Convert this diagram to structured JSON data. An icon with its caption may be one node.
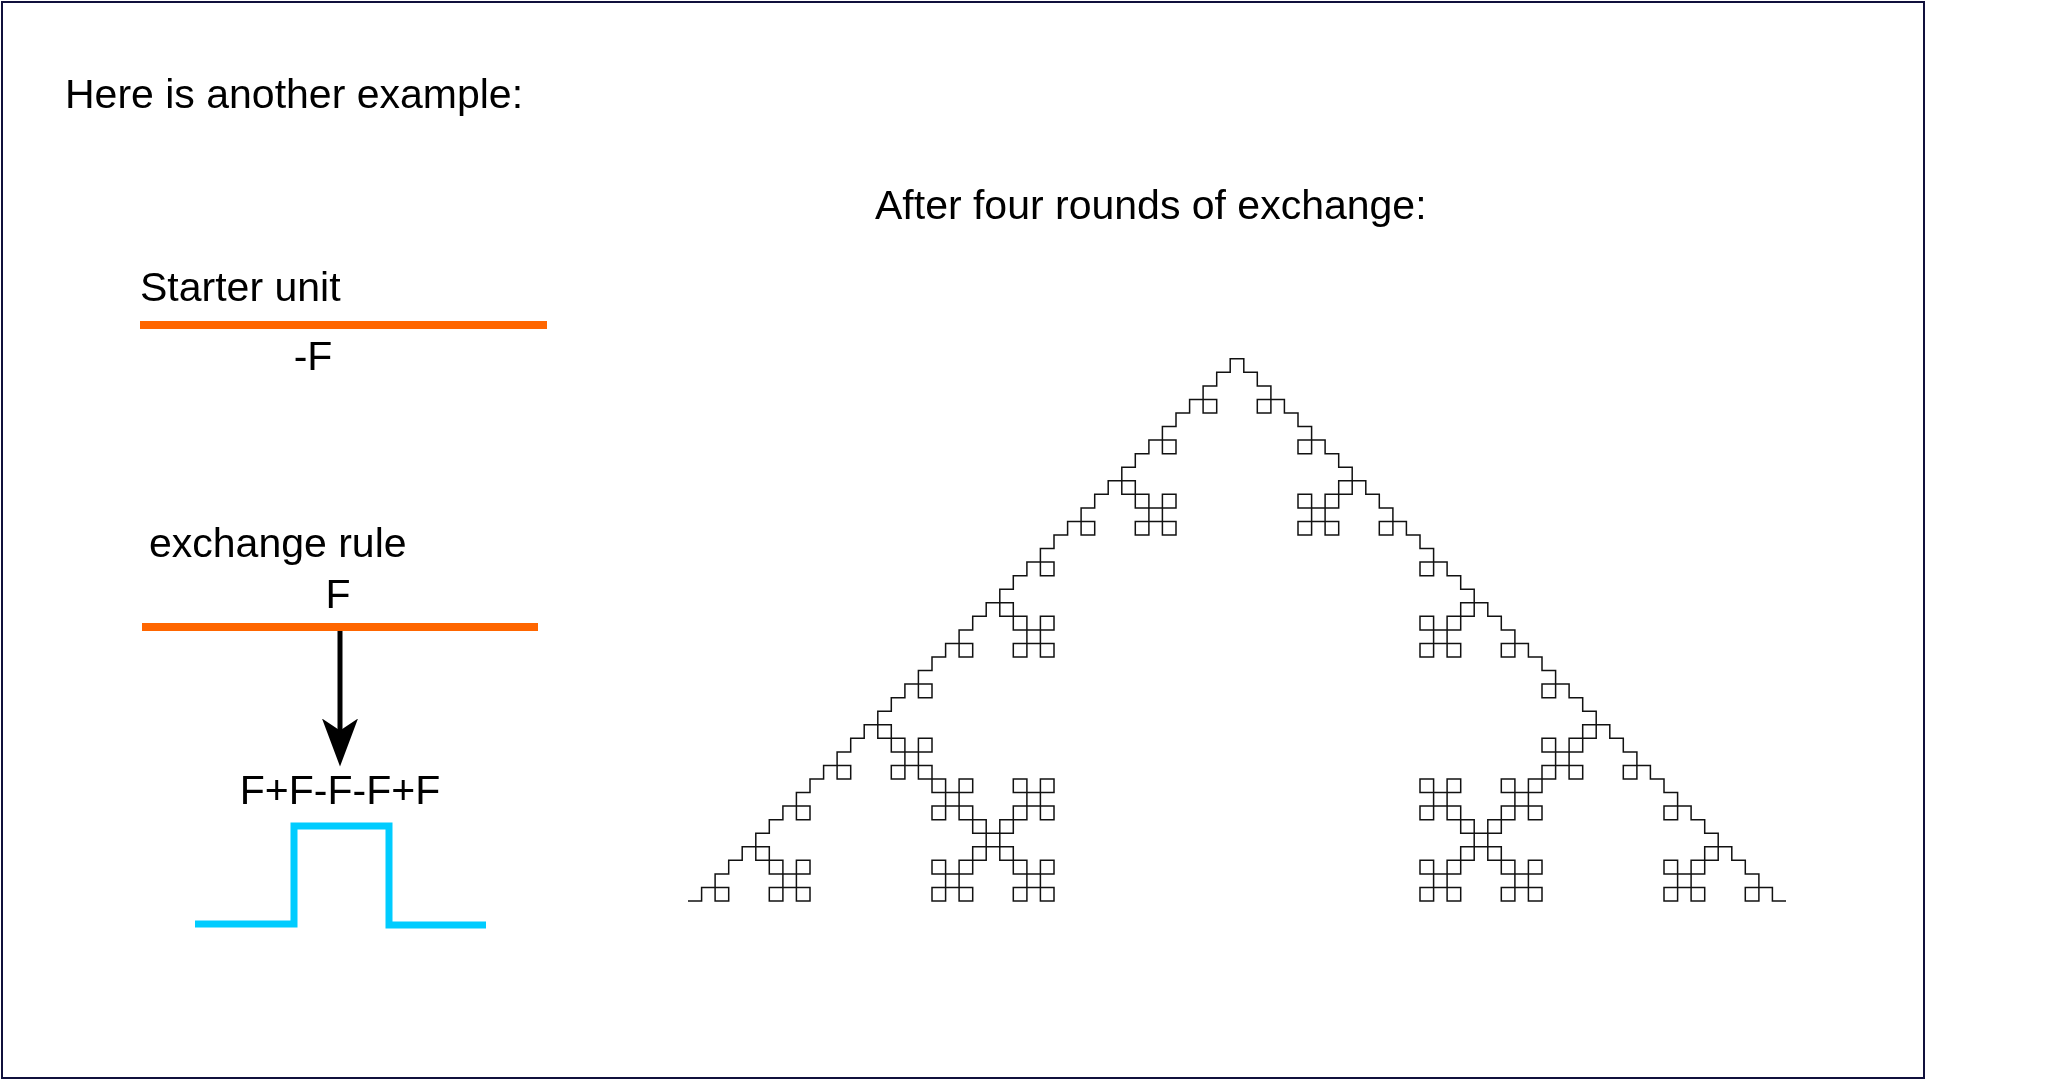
{
  "diagram": {
    "title": "Here is another example:",
    "nodes": [
      {
        "text": [],
        "shape": "bar",
        "beside": [
          "F"
        ]
      },
      {
        "text": [
          "F+F-F-F+F"
        ]
      }
    ],
    "edges": [
      {
        "from": 0,
        "to": 1,
        "arrow": "to"
      }
    ],
    "labels": [
      "After four rounds of exchange:",
      "Starter unit",
      "-F",
      "exchange rule"
    ]
  }
}
